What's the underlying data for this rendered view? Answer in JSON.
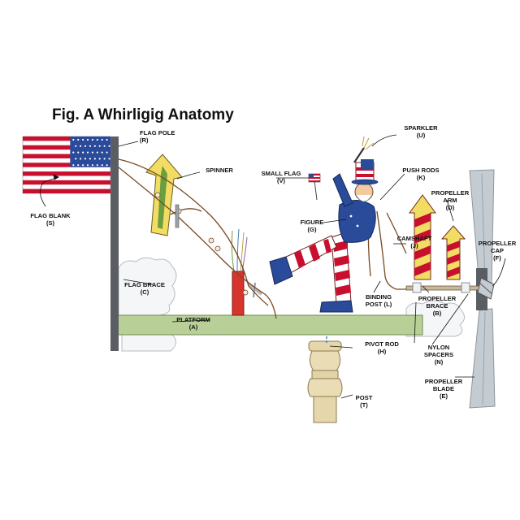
{
  "title": "Fig. A  Whirligig Anatomy",
  "parts": [
    {
      "id": "flag_pole",
      "lines": [
        "FLAG POLE",
        "(R)"
      ]
    },
    {
      "id": "flag_blank",
      "lines": [
        "FLAG BLANK",
        "(S)"
      ]
    },
    {
      "id": "spinner",
      "lines": [
        "SPINNER"
      ]
    },
    {
      "id": "flag_brace",
      "lines": [
        "FLAG BRACE",
        "(C)"
      ]
    },
    {
      "id": "platform",
      "lines": [
        "PLATFORM",
        "(A)"
      ]
    },
    {
      "id": "small_flag",
      "lines": [
        "SMALL FLAG",
        "(V)"
      ]
    },
    {
      "id": "figure",
      "lines": [
        "FIGURE",
        "(G)"
      ]
    },
    {
      "id": "sparkler",
      "lines": [
        "SPARKLER",
        "(U)"
      ]
    },
    {
      "id": "push_rods",
      "lines": [
        "PUSH RODS",
        "(K)"
      ]
    },
    {
      "id": "camshaft",
      "lines": [
        "CAMSHAFT",
        "(J)"
      ]
    },
    {
      "id": "binding_post",
      "lines": [
        "BINDING",
        "POST (L)"
      ]
    },
    {
      "id": "propeller_brace",
      "lines": [
        "PROPELLER",
        "BRACE",
        "(B)"
      ]
    },
    {
      "id": "propeller_arm",
      "lines": [
        "PROPELLER",
        "ARM",
        "(D)"
      ]
    },
    {
      "id": "propeller_cap",
      "lines": [
        "PROPELLER",
        "CAP",
        "(F)"
      ]
    },
    {
      "id": "pivot_rod",
      "lines": [
        "PIVOT ROD",
        "(H)"
      ]
    },
    {
      "id": "nylon_spacers",
      "lines": [
        "NYLON",
        "SPACERS",
        "(N)"
      ]
    },
    {
      "id": "propeller_blade",
      "lines": [
        "PROPELLER",
        "BLADE",
        "(E)"
      ]
    },
    {
      "id": "post",
      "lines": [
        "POST",
        "(T)"
      ]
    }
  ],
  "colors": {
    "flag_red": "#c8102e",
    "flag_blue": "#2a4a9a",
    "platform_green": "#b9cf98",
    "pole_gray": "#5a5d62",
    "post_tan": "#e8d9b0",
    "propeller_gray": "#c4ccd2",
    "arrow_yellow": "#f2dc63",
    "arrow_green": "#6a9e3e",
    "wire_brown": "#7a4a22"
  }
}
